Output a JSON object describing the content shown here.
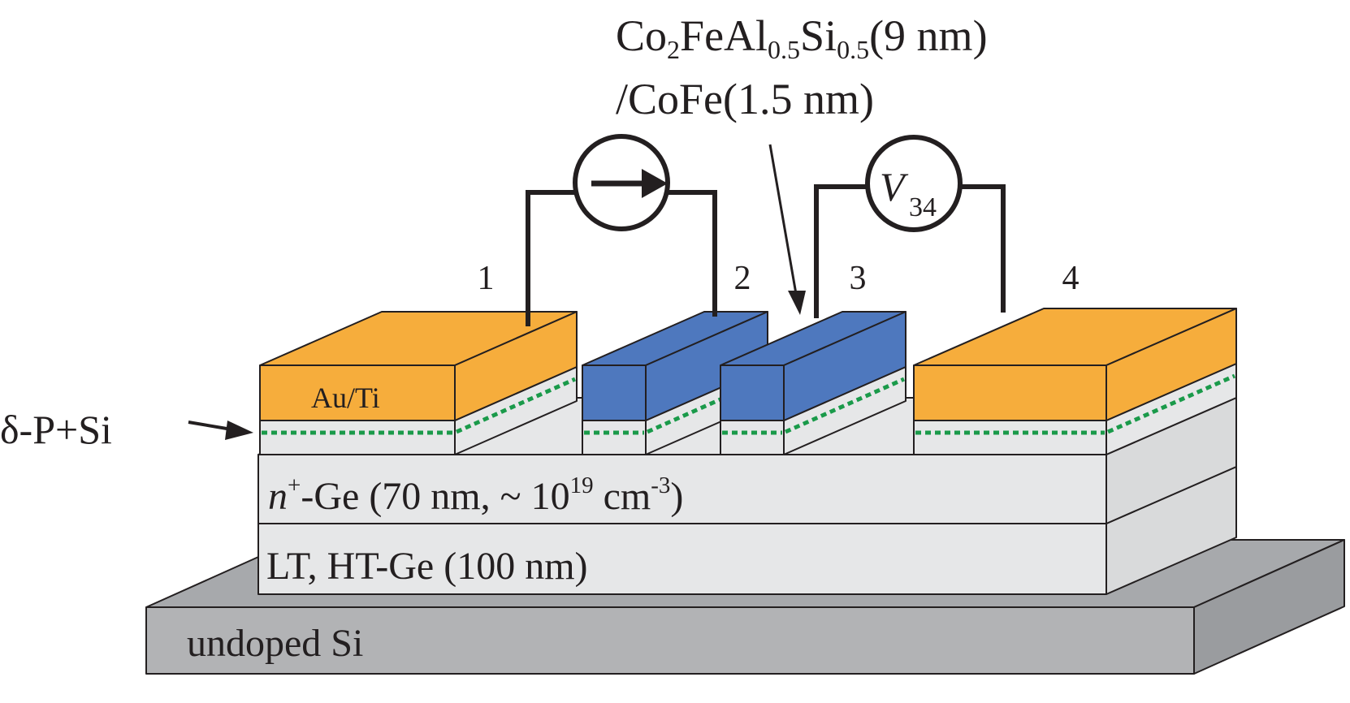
{
  "labels": {
    "ferromagnet_line1": {
      "base1": "Co",
      "sub1": "2",
      "base2": "FeAl",
      "sub2": "0.5",
      "base3": "Si",
      "sub3": "0.5",
      "base4": "(9 nm)"
    },
    "ferromagnet_line2": "/CoFe(1.5 nm)",
    "current_source_label": "",
    "voltmeter": {
      "symbol": "V",
      "subscript": "34"
    },
    "contact_numbers": [
      "1",
      "2",
      "3",
      "4"
    ],
    "au_ti": "Au/Ti",
    "delta_layer": "δ-P+Si",
    "n_ge": {
      "italic": "n",
      "sup1": "+",
      "text1": "-Ge (70 nm, ~ 10",
      "sup2": "19",
      "text2": " cm",
      "sup3": "-3",
      "text3": ")"
    },
    "buffer": "LT, HT-Ge (100 nm)",
    "substrate": "undoped Si"
  },
  "colors": {
    "au_ti": "#f6ad3c",
    "cfas": "#4e78be",
    "layer": "#e6e7e8",
    "layer_side": "#d9dadb",
    "substrate_front": "#b2b3b5",
    "substrate_top": "#a7a9ac",
    "substrate_side": "#9a9c9f",
    "delta_doping": "#1a9a4a",
    "line": "#231f20"
  }
}
